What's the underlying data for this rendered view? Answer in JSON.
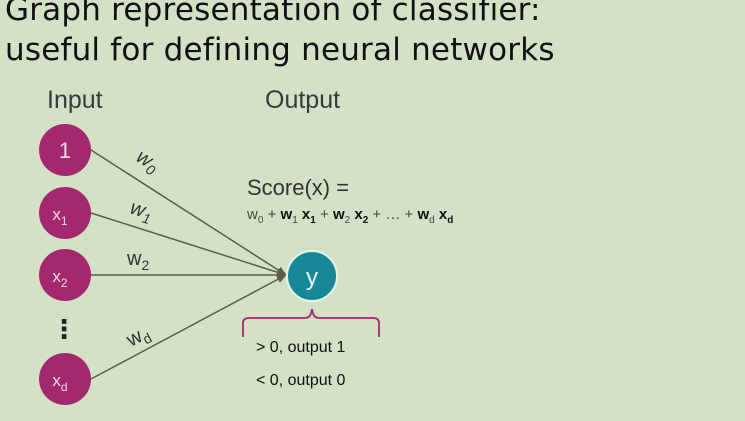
{
  "title": {
    "line1": "Graph representation of classifier:",
    "line2": "useful for defining neural networks"
  },
  "labels": {
    "input": "Input",
    "output": "Output"
  },
  "colors": {
    "background": "#d3e2c6",
    "input_node": "#a3286e",
    "output_node": "#17879a",
    "edge": "#5c5c4a",
    "brace": "#a3286e"
  },
  "inputs": [
    {
      "main": "1",
      "sub": ""
    },
    {
      "main": "x",
      "sub": "1"
    },
    {
      "main": "x",
      "sub": "2"
    },
    {
      "main": "x",
      "sub": "d"
    }
  ],
  "ellipsis": "⋮",
  "output_node": {
    "label": "y"
  },
  "weights": [
    {
      "main": "w",
      "sub": "0"
    },
    {
      "main": "w",
      "sub": "1"
    },
    {
      "main": "w",
      "sub": "2"
    },
    {
      "main": "w",
      "sub": "d"
    }
  ],
  "score": {
    "title": "Score(x) =",
    "w0": "w",
    "w0_sub": "0",
    "plus1": "+",
    "w1": "w",
    "w1_sub": "1",
    "x1": "x",
    "x1_sub": "1",
    "plus2": "+",
    "w2": "w",
    "w2_sub": "2",
    "x2": "x",
    "x2_sub": "2",
    "plus3": "+ … +",
    "wd": "w",
    "wd_sub": "d",
    "xd": "x",
    "xd_sub": "d"
  },
  "rules": {
    "positive": "> 0, output 1",
    "negative": "< 0, output 0"
  }
}
